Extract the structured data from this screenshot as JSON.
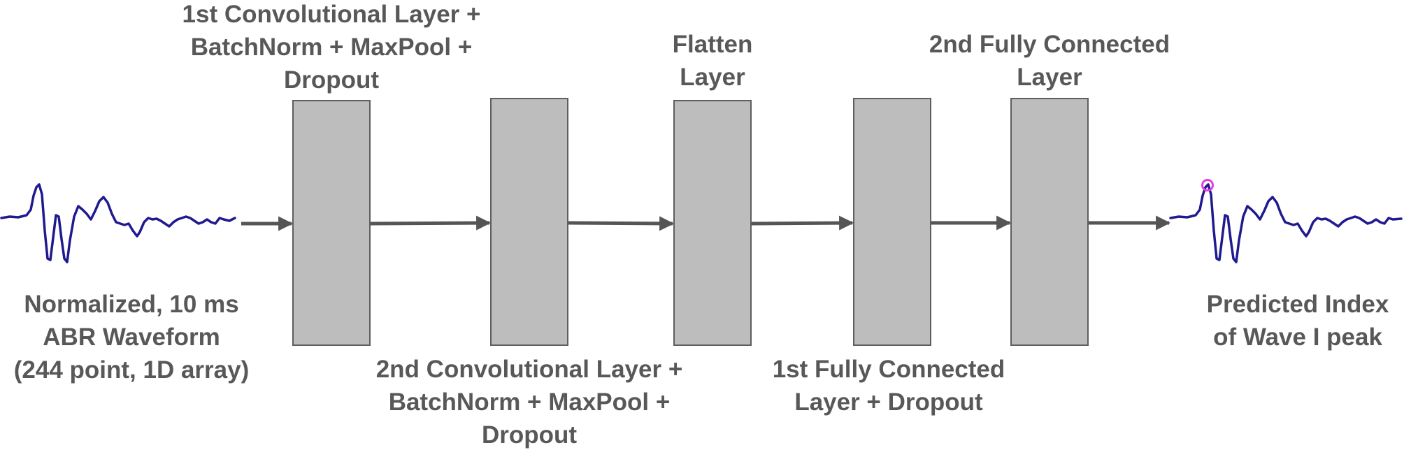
{
  "colors": {
    "box_fill": "#bdbdbd",
    "box_stroke": "#5e5e5e",
    "arrow": "#555555",
    "text": "#585858",
    "waveform": "#1f1a8f",
    "peak_marker": "#e040e0"
  },
  "input": {
    "label_lines": [
      "Normalized, 10 ms",
      "ABR Waveform",
      "(244 point, 1D array)"
    ]
  },
  "layers": [
    {
      "id": "conv1",
      "label_lines": [
        "1st Convolutional Layer +",
        "BatchNorm + MaxPool +",
        "Dropout"
      ],
      "label_position": "top"
    },
    {
      "id": "conv2",
      "label_lines": [
        "2nd Convolutional Layer +",
        "BatchNorm + MaxPool +",
        "Dropout"
      ],
      "label_position": "bottom"
    },
    {
      "id": "flatten",
      "label_lines": [
        "Flatten",
        "Layer"
      ],
      "label_position": "top"
    },
    {
      "id": "fc1",
      "label_lines": [
        "1st Fully Connected",
        "Layer + Dropout"
      ],
      "label_position": "bottom"
    },
    {
      "id": "fc2",
      "label_lines": [
        "2nd Fully Connected",
        "Layer"
      ],
      "label_position": "top"
    }
  ],
  "output": {
    "label_lines": [
      "Predicted Index",
      "of Wave I peak"
    ]
  }
}
